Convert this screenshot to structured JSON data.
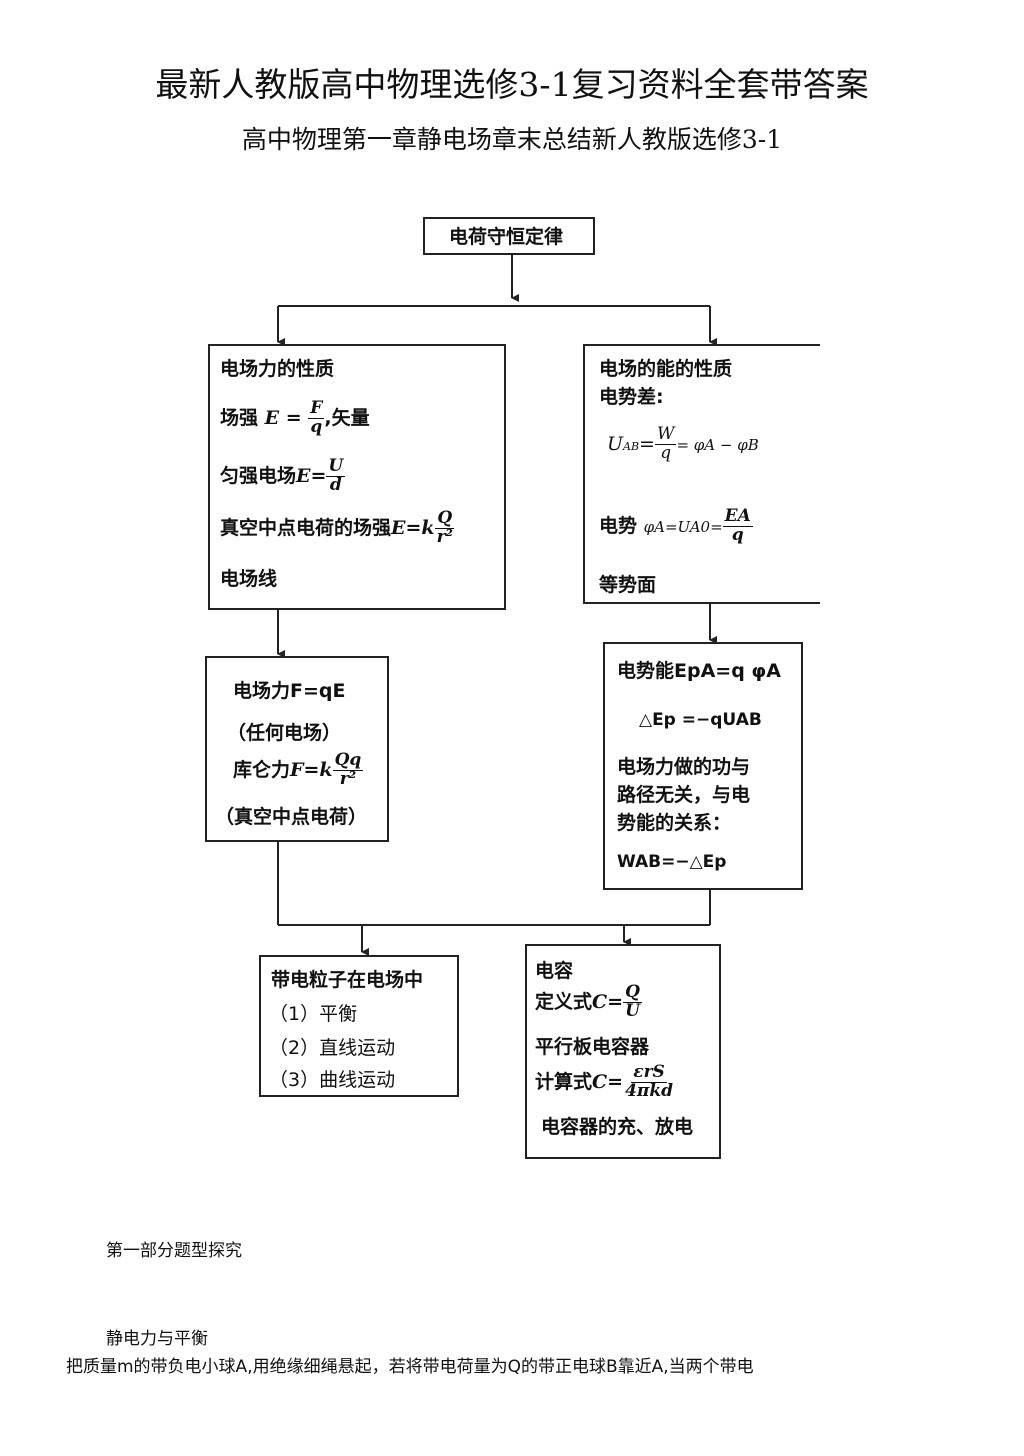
{
  "page": {
    "title": "最新人教版高中物理选修3-1复习资料全套带答案",
    "subtitle": "高中物理第一章静电场章末总结新人教版选修3-1"
  },
  "diagram": {
    "top": {
      "label": "电荷守恒定律"
    },
    "field_force": {
      "heading": "电场力的性质",
      "strength_label": "场强",
      "strength_eq": "E =",
      "strength_num": "F",
      "strength_den": "q",
      "strength_note": ",矢量",
      "uniform_label": "匀强电场",
      "uniform_eq": "E=",
      "uniform_num": "U",
      "uniform_den": "d",
      "point_label": "真空中点电荷的场强",
      "point_eq": "E=k",
      "point_num": "Q",
      "point_den": "r²",
      "lines": "电场线"
    },
    "field_energy": {
      "heading": "电场的能的性质",
      "pd_label": "电势差:",
      "uab_lhs": "U",
      "uab_sub": "AB",
      "uab_eq": "=",
      "uab_num": "W",
      "uab_den": "q",
      "uab_rhs": "= φA − φB",
      "potential_label": "电势",
      "potential_lhs": "φA=UA0=",
      "potential_num": "EA",
      "potential_den": "q",
      "equipotential": "等势面"
    },
    "force_box": {
      "line1": "电场力F=qE",
      "line2": "（任何电场）",
      "coulomb_label": "库仑力",
      "coulomb_eq": "F=k",
      "coulomb_num": "Qq",
      "coulomb_den": "r²",
      "line4": "（真空中点电荷）"
    },
    "energy_box": {
      "line1": "电势能EpA=q φA",
      "line2": "△Ep =−qUAB",
      "line3": "电场力做的功与",
      "line4": "路径无关，与电",
      "line5": "势能的关系：",
      "line6": "WAB=−△Ep"
    },
    "particle_box": {
      "heading": "带电粒子在电场中",
      "item1": "（1）平衡",
      "item2": "（2）直线运动",
      "item3": "（3）曲线运动"
    },
    "capacitor_box": {
      "heading": "电容",
      "def_label": "定义式",
      "def_eq": "C=",
      "def_num": "Q",
      "def_den": "U",
      "plate": "平行板电容器",
      "calc_label": "计算式",
      "calc_eq": "C=",
      "calc_num": "εrS",
      "calc_den": "4πkd",
      "charge": "电容器的充、放电"
    }
  },
  "body": {
    "section": "第一部分题型探究",
    "topic": "静电力与平衡",
    "paragraph": "把质量m的带负电小球A,用绝缘细绳悬起，若将带电荷量为Q的带正电球B靠近A,当两个带电"
  }
}
